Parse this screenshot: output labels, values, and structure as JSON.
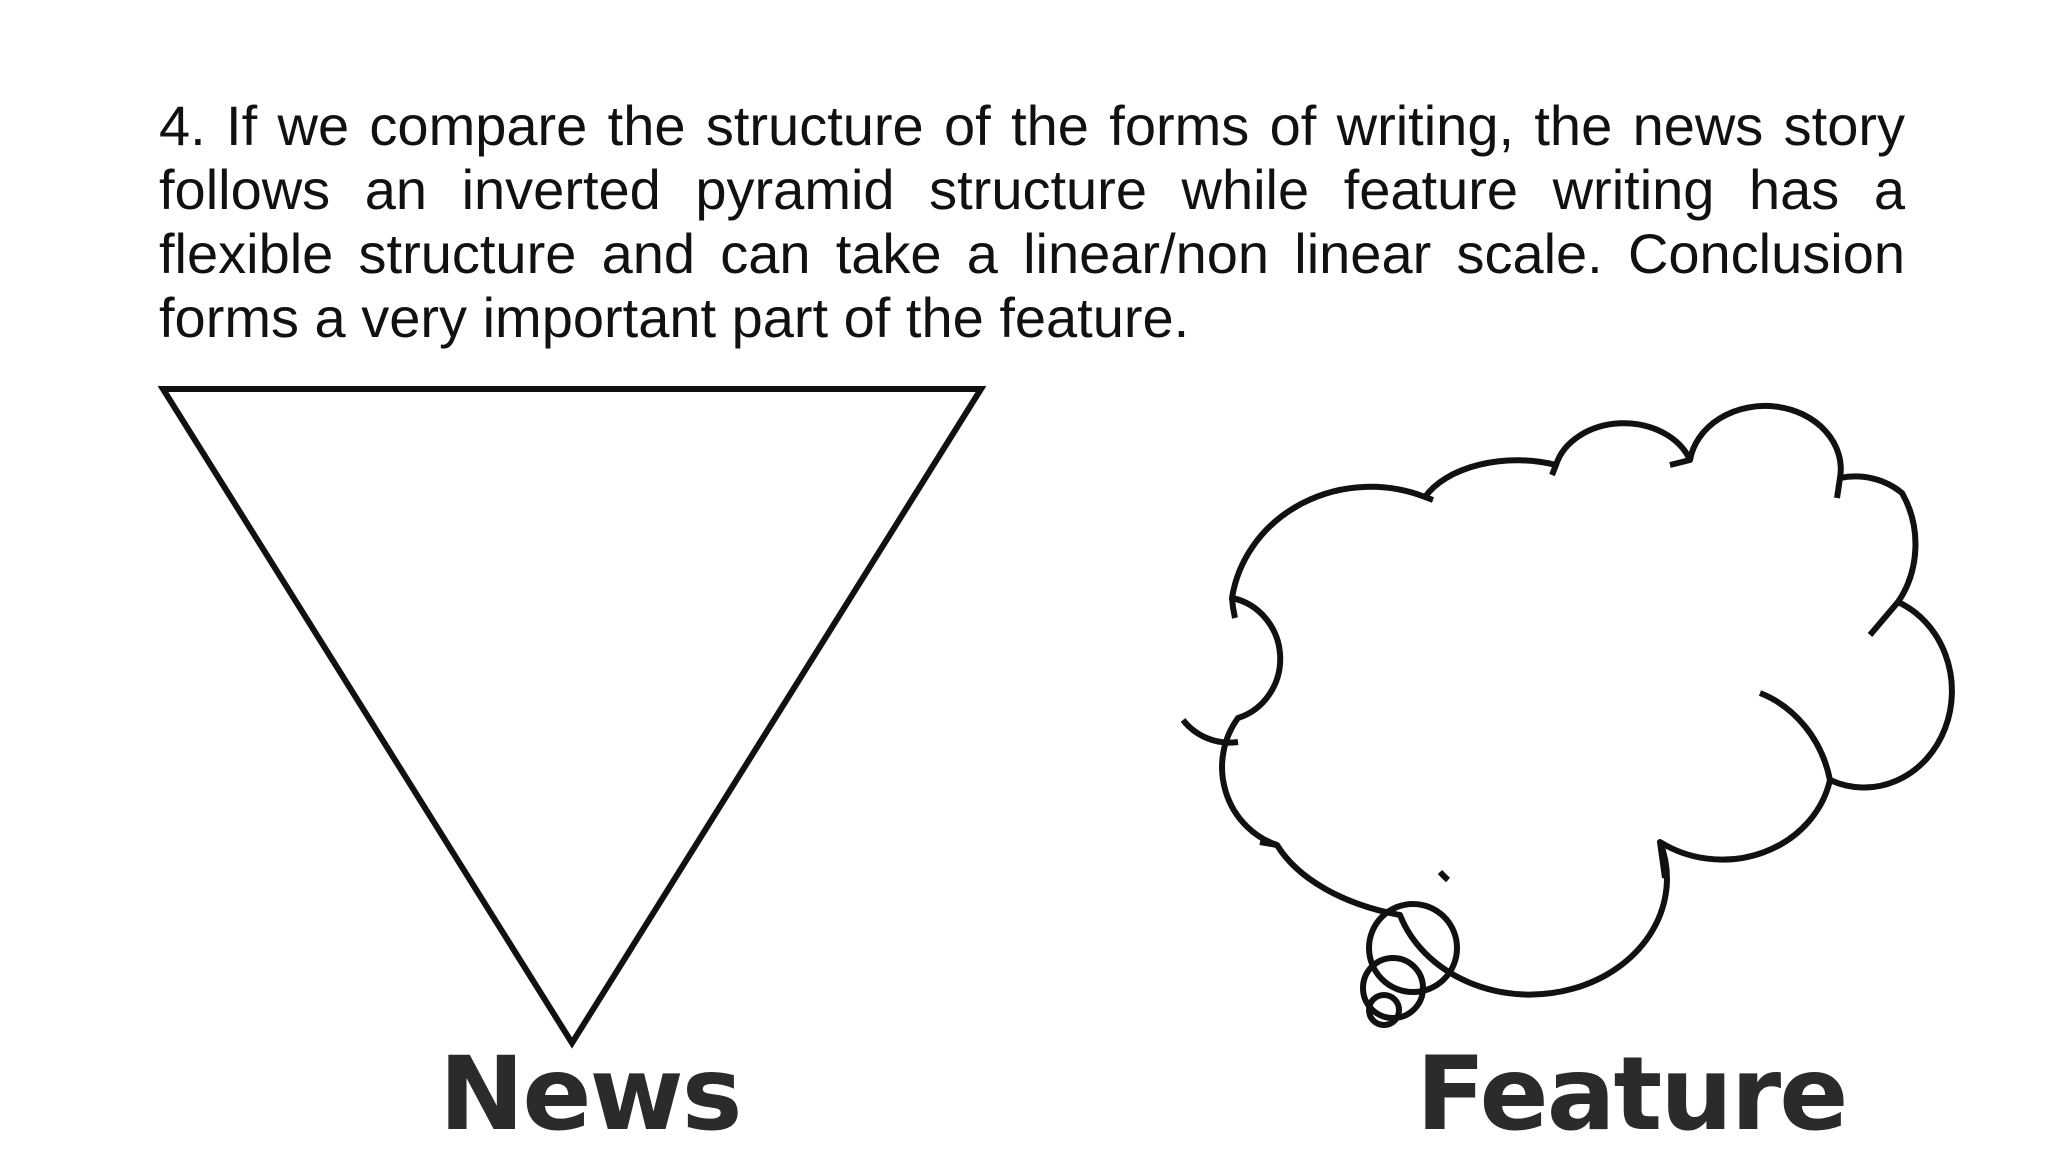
{
  "slide": {
    "point_text": "4. If we compare the structure of the forms of writing, the news story follows an inverted pyramid structure while feature writing has a flexible structure and can take a linear/non linear scale. Conclusion forms a very important part of the feature."
  },
  "diagram": {
    "news": {
      "shape": "inverted-triangle",
      "label": "News"
    },
    "feature": {
      "shape": "thought-cloud",
      "label": "Feature"
    },
    "colors": {
      "stroke": "#111111",
      "label": "#2b2b2b"
    }
  }
}
